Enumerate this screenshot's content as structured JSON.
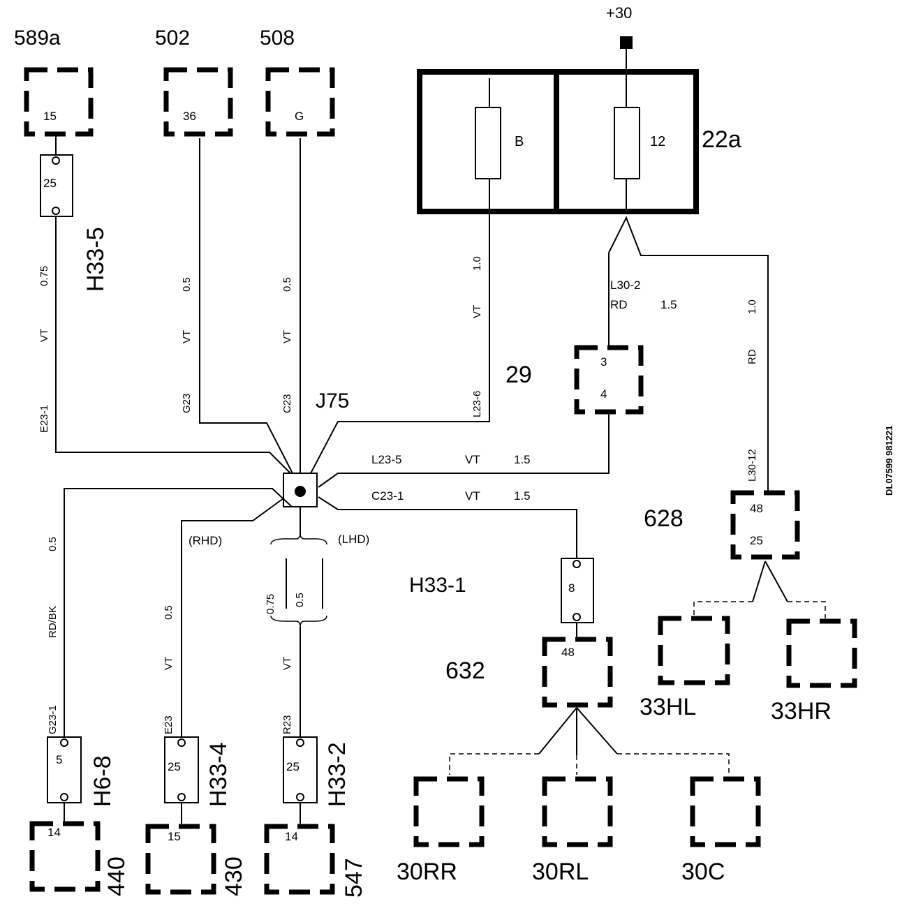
{
  "supply": {
    "label": "+30"
  },
  "fusebox": {
    "id": "22a",
    "fuse_left": "B",
    "fuse_right": "12"
  },
  "components": {
    "c589a": {
      "id": "589a",
      "pin": "15"
    },
    "c502": {
      "id": "502",
      "pin": "36"
    },
    "c508": {
      "id": "508",
      "pin": "G"
    },
    "c29": {
      "id": "29",
      "pin_top": "3",
      "pin_bottom": "4"
    },
    "c628": {
      "id": "628",
      "pin_top": "48",
      "pin_bottom": "25"
    },
    "c632": {
      "id": "632",
      "pin": "48"
    },
    "c440": {
      "id": "440",
      "pin": "14"
    },
    "c430": {
      "id": "430",
      "pin": "15"
    },
    "c547": {
      "id": "547",
      "pin": "14"
    },
    "c33HL": {
      "id": "33HL"
    },
    "c33HR": {
      "id": "33HR"
    },
    "c30RR": {
      "id": "30RR"
    },
    "c30RL": {
      "id": "30RL"
    },
    "c30C": {
      "id": "30C"
    }
  },
  "connectors": {
    "h33_5": {
      "id": "H33-5",
      "pin": "25"
    },
    "h33_1": {
      "id": "H33-1",
      "pin": "8"
    },
    "h6_8": {
      "id": "H6-8",
      "pin": "5"
    },
    "h33_4": {
      "id": "H33-4",
      "pin": "25"
    },
    "h33_2": {
      "id": "H33-2",
      "pin": "25"
    }
  },
  "junction": {
    "id": "J75"
  },
  "wires": {
    "e23_1": {
      "code": "E23-1",
      "color": "VT",
      "size": "0.75"
    },
    "g23": {
      "code": "G23",
      "color": "VT",
      "size": "0.5"
    },
    "c23": {
      "code": "C23",
      "color": "VT",
      "size": "0.5"
    },
    "l23_6": {
      "code": "L23-6",
      "color": "VT",
      "size": "1.0"
    },
    "l30_2": {
      "code": "L30-2",
      "color": "RD",
      "size": "1.5"
    },
    "l30_12": {
      "code": "L30-12",
      "color": "RD",
      "size": "1.0"
    },
    "l23_5": {
      "code": "L23-5",
      "color": "VT",
      "size": "1.5"
    },
    "c23_1": {
      "code": "C23-1",
      "color": "VT",
      "size": "1.5"
    },
    "g23_1": {
      "code": "G23-1",
      "color": "RD/BK",
      "size": "0.5"
    },
    "e23": {
      "code": "E23",
      "color": "VT",
      "size": "0.5"
    },
    "r23": {
      "code": "R23",
      "color": "VT",
      "size_a": "0.75",
      "size_b": "0.5"
    }
  },
  "variants": {
    "rhd": "(RHD)",
    "lhd": "(LHD)"
  },
  "reference": "DL07599 981221"
}
